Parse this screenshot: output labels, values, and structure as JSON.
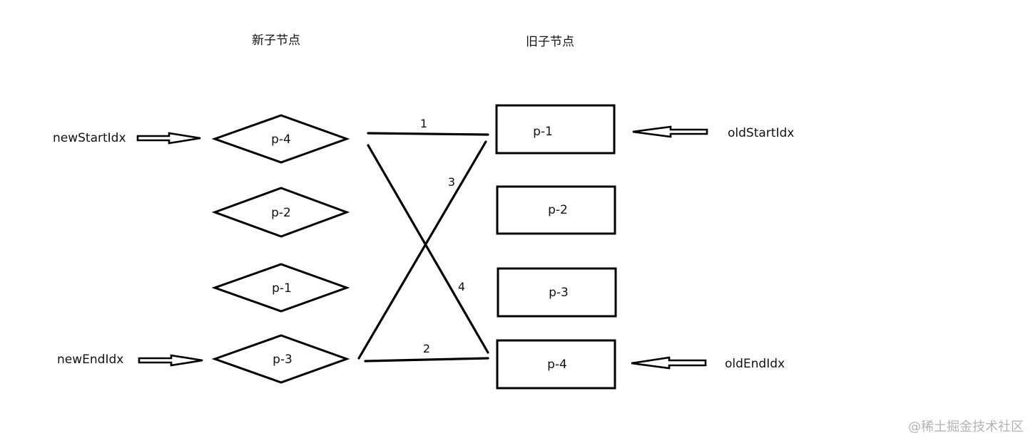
{
  "titles": {
    "new_children": "新子节点",
    "old_children": "旧子节点"
  },
  "new_nodes": [
    {
      "label": "p-4"
    },
    {
      "label": "p-2"
    },
    {
      "label": "p-1"
    },
    {
      "label": "p-3"
    }
  ],
  "old_nodes": [
    {
      "label": "p-1"
    },
    {
      "label": "p-2"
    },
    {
      "label": "p-3"
    },
    {
      "label": "p-4"
    }
  ],
  "pointers": {
    "new_start": "newStartIdx",
    "new_end": "newEndIdx",
    "old_start": "oldStartIdx",
    "old_end": "oldEndIdx"
  },
  "edges": [
    {
      "label": "1",
      "from_new": 0,
      "to_old": 0
    },
    {
      "label": "2",
      "from_new": 3,
      "to_old": 3
    },
    {
      "label": "3",
      "from_new": 3,
      "to_old": 0
    },
    {
      "label": "4",
      "from_new": 0,
      "to_old": 3
    }
  ],
  "watermark": "@稀土掘金技术社区"
}
